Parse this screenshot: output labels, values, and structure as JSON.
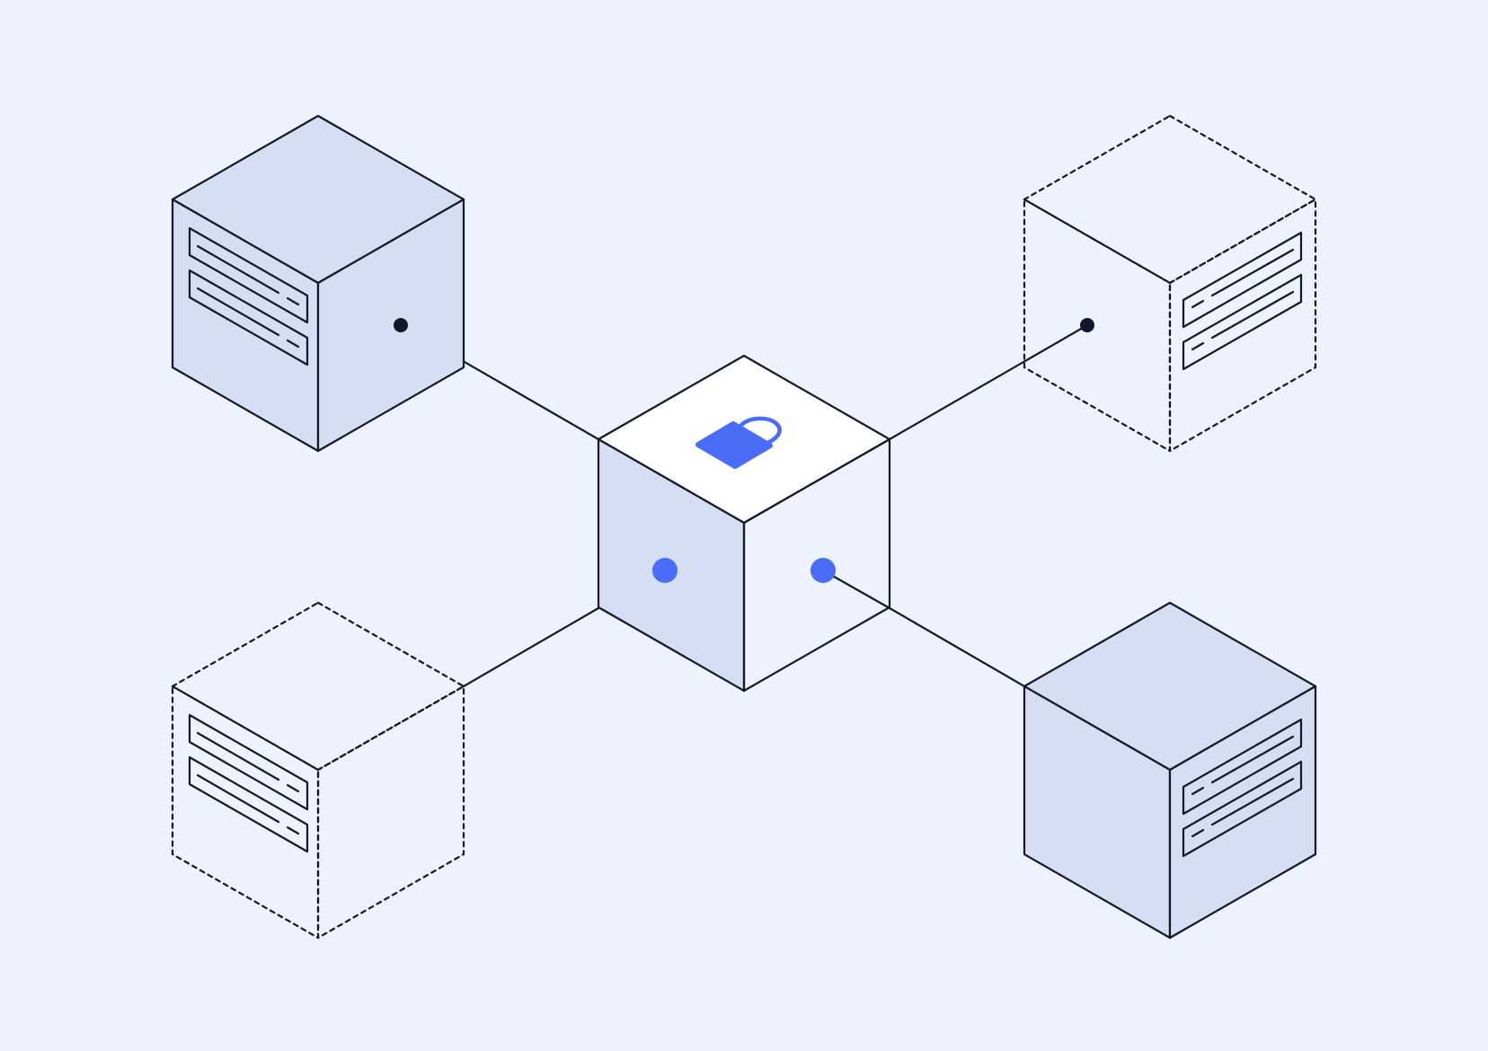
{
  "colors": {
    "background": "#EEF2FD",
    "cube_face": "#D5DEF2",
    "cube_top_highlight": "#FFFFFF",
    "stroke": "#111827",
    "accent": "#4A6CF7",
    "node_dot": "#111827"
  },
  "hub": {
    "icon": "lock-icon",
    "connectors": 2
  },
  "nodes": [
    {
      "id": "server-top-left",
      "style": "solid",
      "icon": "server-drives-icon"
    },
    {
      "id": "server-top-right",
      "style": "dashed",
      "icon": "server-drives-icon"
    },
    {
      "id": "server-bottom-left",
      "style": "dashed",
      "icon": "server-drives-icon"
    },
    {
      "id": "server-bottom-right",
      "style": "solid",
      "icon": "server-drives-icon"
    }
  ]
}
